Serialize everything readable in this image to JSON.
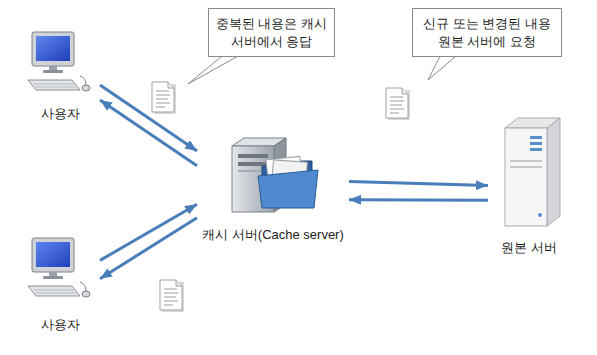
{
  "diagram": {
    "nodes": [
      {
        "text": [
          "사용자"
        ]
      },
      {
        "text": [
          "중복된 내용은 캐시 서버에서 응답"
        ]
      },
      {
        "text": [
          "신규 또는 변경된 내용 원본 서버에 요청"
        ]
      },
      {
        "text": [
          "캐시 서버(Cache server)"
        ]
      },
      {
        "text": [
          "원본 서버"
        ]
      },
      {
        "text": [
          "사용자"
        ]
      }
    ],
    "edges": [
      {
        "from": 0,
        "to": 3,
        "arrow": "to"
      },
      {
        "from": 3,
        "to": 0,
        "arrow": "to"
      },
      {
        "from": 3,
        "to": 4,
        "arrow": "to"
      },
      {
        "from": 4,
        "to": 3,
        "arrow": "to"
      },
      {
        "from": 5,
        "to": 3,
        "arrow": "to"
      },
      {
        "from": 3,
        "to": 5,
        "arrow": "to"
      }
    ]
  }
}
